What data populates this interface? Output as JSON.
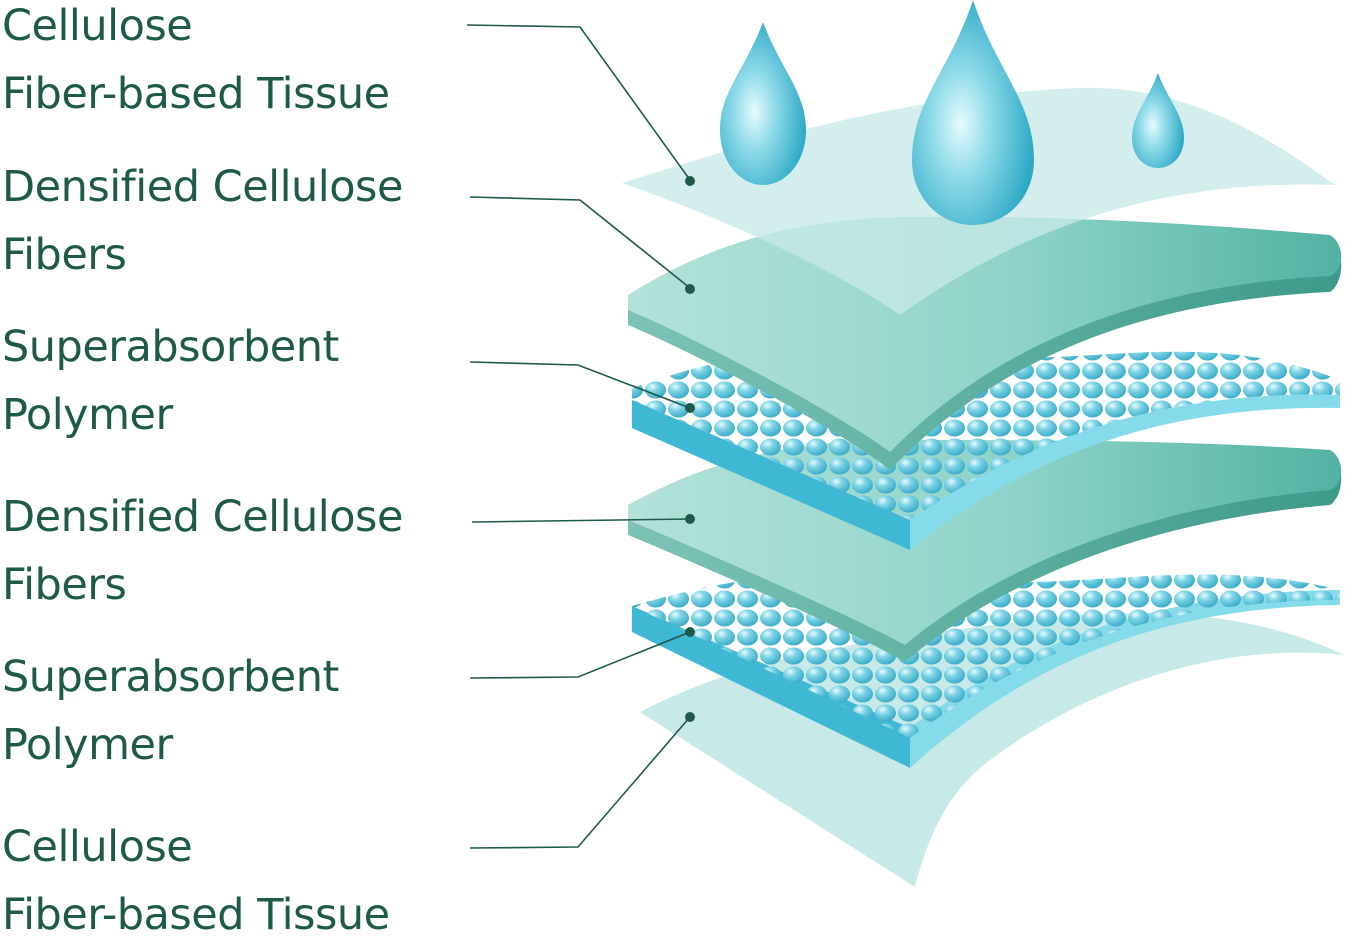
{
  "layers": [
    {
      "line1": "Cellulose",
      "line2": "Fiber-based Tissue"
    },
    {
      "line1": "Densified Cellulose",
      "line2": "Fibers"
    },
    {
      "line1": "Superabsorbent",
      "line2": "Polymer"
    },
    {
      "line1": "Densified Cellulose",
      "line2": "Fibers"
    },
    {
      "line1": "Superabsorbent",
      "line2": "Polymer"
    },
    {
      "line1": "Cellulose",
      "line2": "Fiber-based Tissue"
    }
  ],
  "colors": {
    "label_text": "#1d5a4a",
    "leader_line": "#1d5a4a",
    "tissue": "#c7e9e8",
    "densified": "#7cc8bd",
    "densified_edge": "#4aa596",
    "polymer": "#5bc7dc",
    "droplet": "#3fb4cf"
  }
}
